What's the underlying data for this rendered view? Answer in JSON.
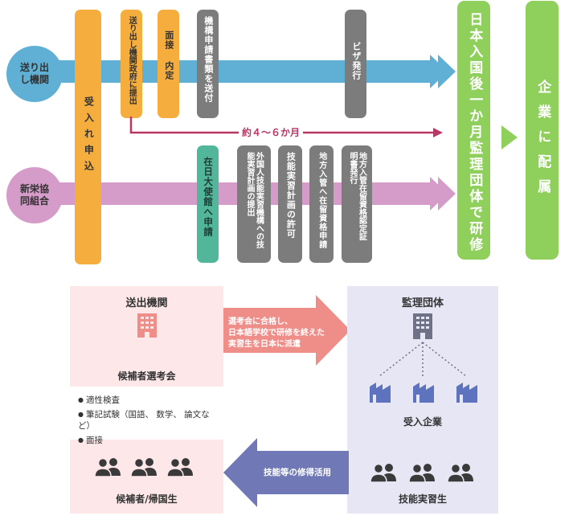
{
  "top": {
    "org_sending": "送り出し機関",
    "org_union": "新栄協同組合",
    "accept_application": "受入れ申込",
    "submit_to_gov": "送り出し機関政府に提出",
    "interview": "面接 内定",
    "send_documents": "機構申請書類を送付",
    "visa_issued": "ビザ発行",
    "apply_embassy": "在日大使館へ申請",
    "submit_plan": "外国人技能実習機構への技能実習計画の提出",
    "plan_approval": "技能実習計画の許可",
    "residence_application": "地方入管へ在留資格申請",
    "residence_certificate": "地方入管在留資格認定証明書発行",
    "duration": "約４～６か月",
    "training_after_entry": "日本入国後一か月監理団体で研修",
    "assign_company": "企業に配属"
  },
  "bottom": {
    "sending_org_title": "送出機関",
    "selection_meeting": "候補者選考会",
    "checklist": [
      "適性検査",
      "筆記試験（国語、 数学、 論文など）",
      "面接"
    ],
    "candidates": "候補者/帰国生",
    "forward_flow_text": "選考会に合格し、\n日本語学校で研修を終えた\n実習生を日本に派遣",
    "supervising_org_title": "監理団体",
    "accepting_companies": "受入企業",
    "trainees": "技能実習生",
    "return_flow_text": "技能等の修得活用"
  },
  "colors": {
    "blue_arrow": "#5fb0d4",
    "pink_arrow": "#d59bc9",
    "orange": "#f5ad3e",
    "teal": "#52b79a",
    "gray": "#7c7c7c",
    "green": "#8fcf5c",
    "crimson": "#b83764",
    "salmon_arrow": "#ef8e89",
    "purple_arrow": "#7078b6",
    "building_red": "#ef8e89",
    "building_gray": "#6f7287",
    "company_blue": "#5d73bd"
  },
  "icons": [
    "building-icon",
    "factory-icon",
    "people-icon"
  ]
}
